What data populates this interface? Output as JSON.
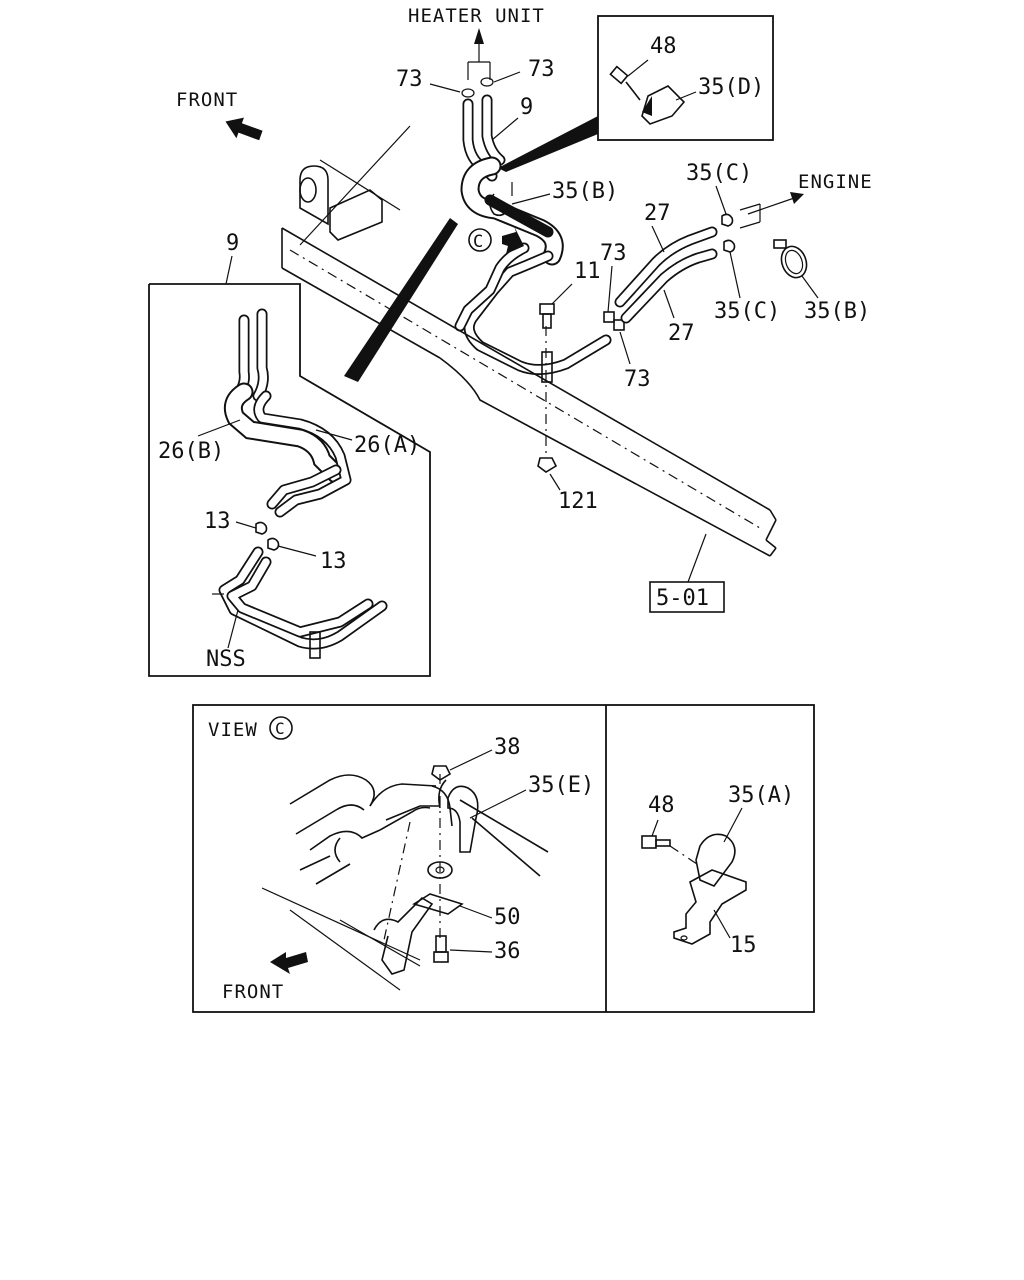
{
  "labels": {
    "heater_unit": "HEATER UNIT",
    "front_top": "FRONT",
    "engine": "ENGINE",
    "view": "VIEW",
    "front_view": "FRONT",
    "view_marker": "C",
    "callout_marker": "C",
    "ref_5_01": "5-01"
  },
  "parts": {
    "p73_left": "73",
    "p73_right": "73",
    "p9_top": "9",
    "p48_top": "48",
    "p35d": "35(D)",
    "p35b_top": "35(B)",
    "p35c_top": "35(C)",
    "p27_top": "27",
    "p27_bottom": "27",
    "p35c_bottom": "35(C)",
    "p35b_right": "35(B)",
    "p73_mid": "73",
    "p73_lower": "73",
    "p11": "11",
    "p121": "121",
    "p9_inset": "9",
    "p26b": "26(B)",
    "p26a": "26(A)",
    "p13_left": "13",
    "p13_right": "13",
    "nss": "NSS",
    "p38": "38",
    "p35e": "35(E)",
    "p50": "50",
    "p36": "36",
    "p48_view": "48",
    "p35a": "35(A)",
    "p15": "15"
  },
  "icons": [
    "front-arrow-icon",
    "flow-arrow-icon",
    "view-direction-arrow-icon"
  ]
}
